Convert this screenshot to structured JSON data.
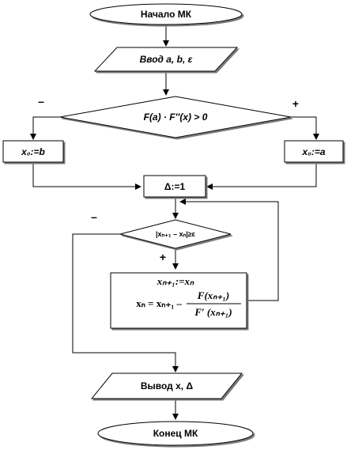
{
  "flowchart": {
    "start": "Начало МК",
    "input": "Ввод a, b, ε",
    "condition": "F(a) · F″(x) > 0",
    "condition_minus": "–",
    "condition_plus": "+",
    "assign_left": "x₀:=b",
    "assign_right": "x₀:=a",
    "init_delta": "Δ:=1",
    "loop_condition": "|xₙ₊₁ – xₙ|≥ε",
    "loop_minus": "–",
    "loop_plus": "+",
    "process_line1": "xₙ₊₁:=xₙ",
    "process_lhs": "xₙ = xₙ₊₁ –",
    "process_num": "F(xₙ₊₁)",
    "process_den": "F′ (xₙ₊₁)",
    "output": "Вывод x, Δ",
    "end": "Конец МК"
  }
}
